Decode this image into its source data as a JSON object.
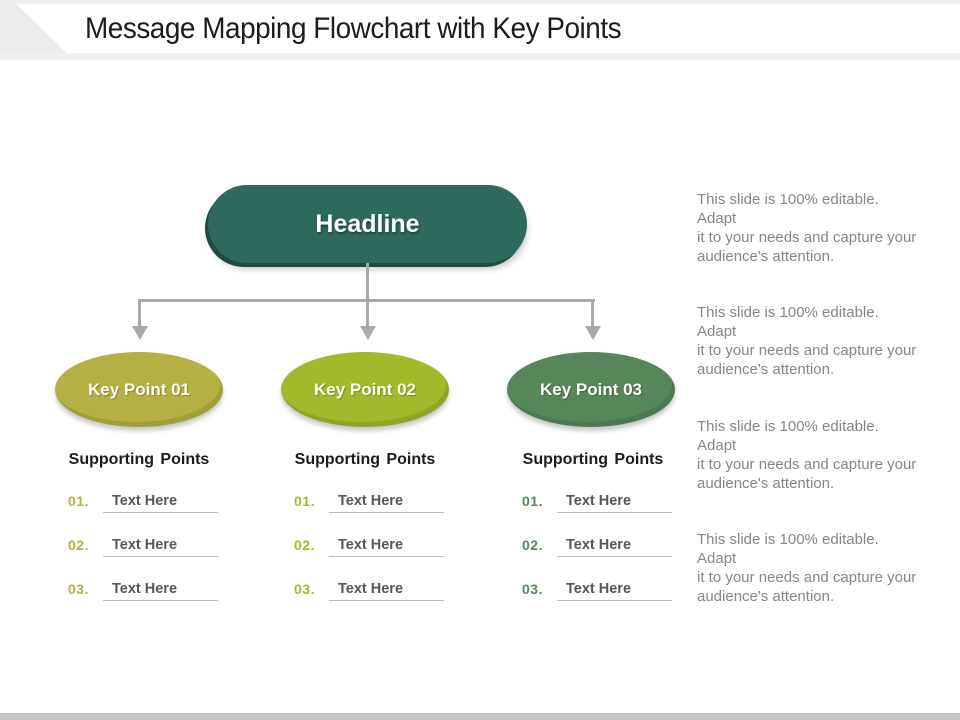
{
  "title": "Message Mapping Flowchart with Key Points",
  "headline": {
    "label": "Headline",
    "color": "#2d695c",
    "shadow_color": "#1e4c41"
  },
  "key_points": [
    {
      "label": "Key Point 01",
      "color": "#b5b042",
      "supporting": {
        "heading": "Supporting Points",
        "items": [
          {
            "num": "01.",
            "text": "Text Here"
          },
          {
            "num": "02.",
            "text": "Text Here"
          },
          {
            "num": "03.",
            "text": "Text Here"
          }
        ]
      }
    },
    {
      "label": "Key Point 02",
      "color": "#a4b82b",
      "supporting": {
        "heading": "Supporting Points",
        "items": [
          {
            "num": "01.",
            "text": "Text Here"
          },
          {
            "num": "02.",
            "text": "Text Here"
          },
          {
            "num": "03.",
            "text": "Text Here"
          }
        ]
      }
    },
    {
      "label": "Key Point 03",
      "color": "#55875b",
      "supporting": {
        "heading": "Supporting Points",
        "items": [
          {
            "num": "01.",
            "text": "Text Here"
          },
          {
            "num": "02.",
            "text": "Text Here"
          },
          {
            "num": "03.",
            "text": "Text Here"
          }
        ]
      }
    }
  ],
  "side_notes": [
    "This slide is 100% editable. Adapt\nit to your needs and capture your\naudience's attention.",
    "This slide is 100% editable. Adapt\nit to your needs and capture your\naudience's attention.",
    "This slide is 100% editable. Adapt\nit to your needs and capture your\naudience's attention.",
    "This slide is 100% editable. Adapt\nit to your needs and capture your\naudience's attention."
  ],
  "connector_color": "#a9a9a9",
  "bottom_bar_color": "#c6c4c4"
}
